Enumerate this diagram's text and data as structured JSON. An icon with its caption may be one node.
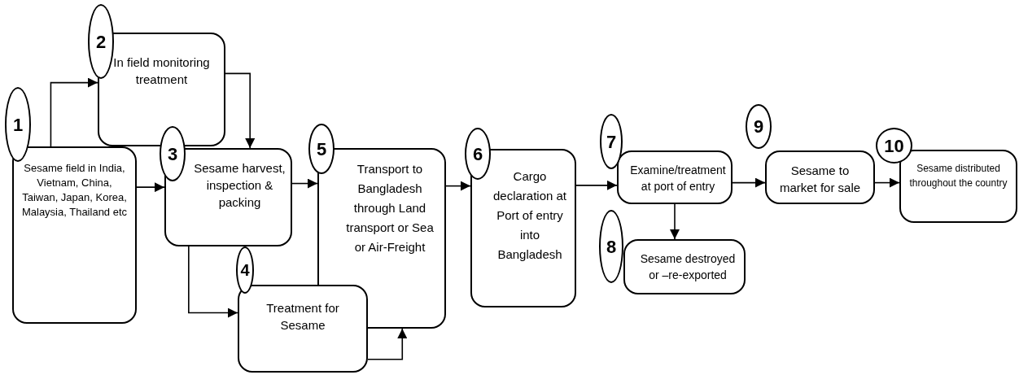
{
  "diagram": {
    "nodes": [
      {
        "text": [
          "Sesame field in India, Vietnam, China, Taiwan, Japan, Korea, Malaysia, Thailand etc"
        ]
      },
      {
        "text": [
          "In field monitoring treatment"
        ]
      },
      {
        "text": [
          "Sesame harvest, inspection & packing"
        ]
      },
      {
        "text": [
          "Treatment for Sesame"
        ]
      },
      {
        "text": [
          "Transport to Bangladesh through Land transport or Sea or Air-Freight"
        ]
      },
      {
        "text": [
          "Cargo declaration at Port of entry into Bangladesh"
        ]
      },
      {
        "text": [
          "Examine/treatment at port of entry"
        ]
      },
      {
        "text": [
          "Sesame destroyed or –re-exported"
        ]
      },
      {
        "text": [
          "Sesame to market for sale"
        ]
      },
      {
        "text": [
          "Sesame distributed throughout the country"
        ]
      },
      {
        "text": [
          "1"
        ]
      },
      {
        "text": [
          "2"
        ]
      },
      {
        "text": [
          "3"
        ]
      },
      {
        "text": [
          "4"
        ]
      },
      {
        "text": [
          "5"
        ]
      },
      {
        "text": [
          "6"
        ]
      },
      {
        "text": [
          "7"
        ]
      },
      {
        "text": [
          "8"
        ]
      },
      {
        "text": [
          "9"
        ]
      },
      {
        "text": [
          "10"
        ]
      }
    ],
    "edges": [
      {
        "from": 0,
        "to": 1,
        "arrow": "to"
      },
      {
        "from": 1,
        "to": 2,
        "arrow": "to"
      },
      {
        "from": 0,
        "to": 2,
        "arrow": "to"
      },
      {
        "from": 2,
        "to": 3,
        "arrow": "to"
      },
      {
        "from": 2,
        "to": 4,
        "arrow": "to"
      },
      {
        "from": 3,
        "to": 4,
        "arrow": "to"
      },
      {
        "from": 4,
        "to": 5,
        "arrow": "to"
      },
      {
        "from": 5,
        "to": 6,
        "arrow": "to"
      },
      {
        "from": 6,
        "to": 7,
        "arrow": "to"
      },
      {
        "from": 6,
        "to": 8,
        "arrow": "to"
      },
      {
        "from": 8,
        "to": 9,
        "arrow": "to"
      }
    ]
  }
}
